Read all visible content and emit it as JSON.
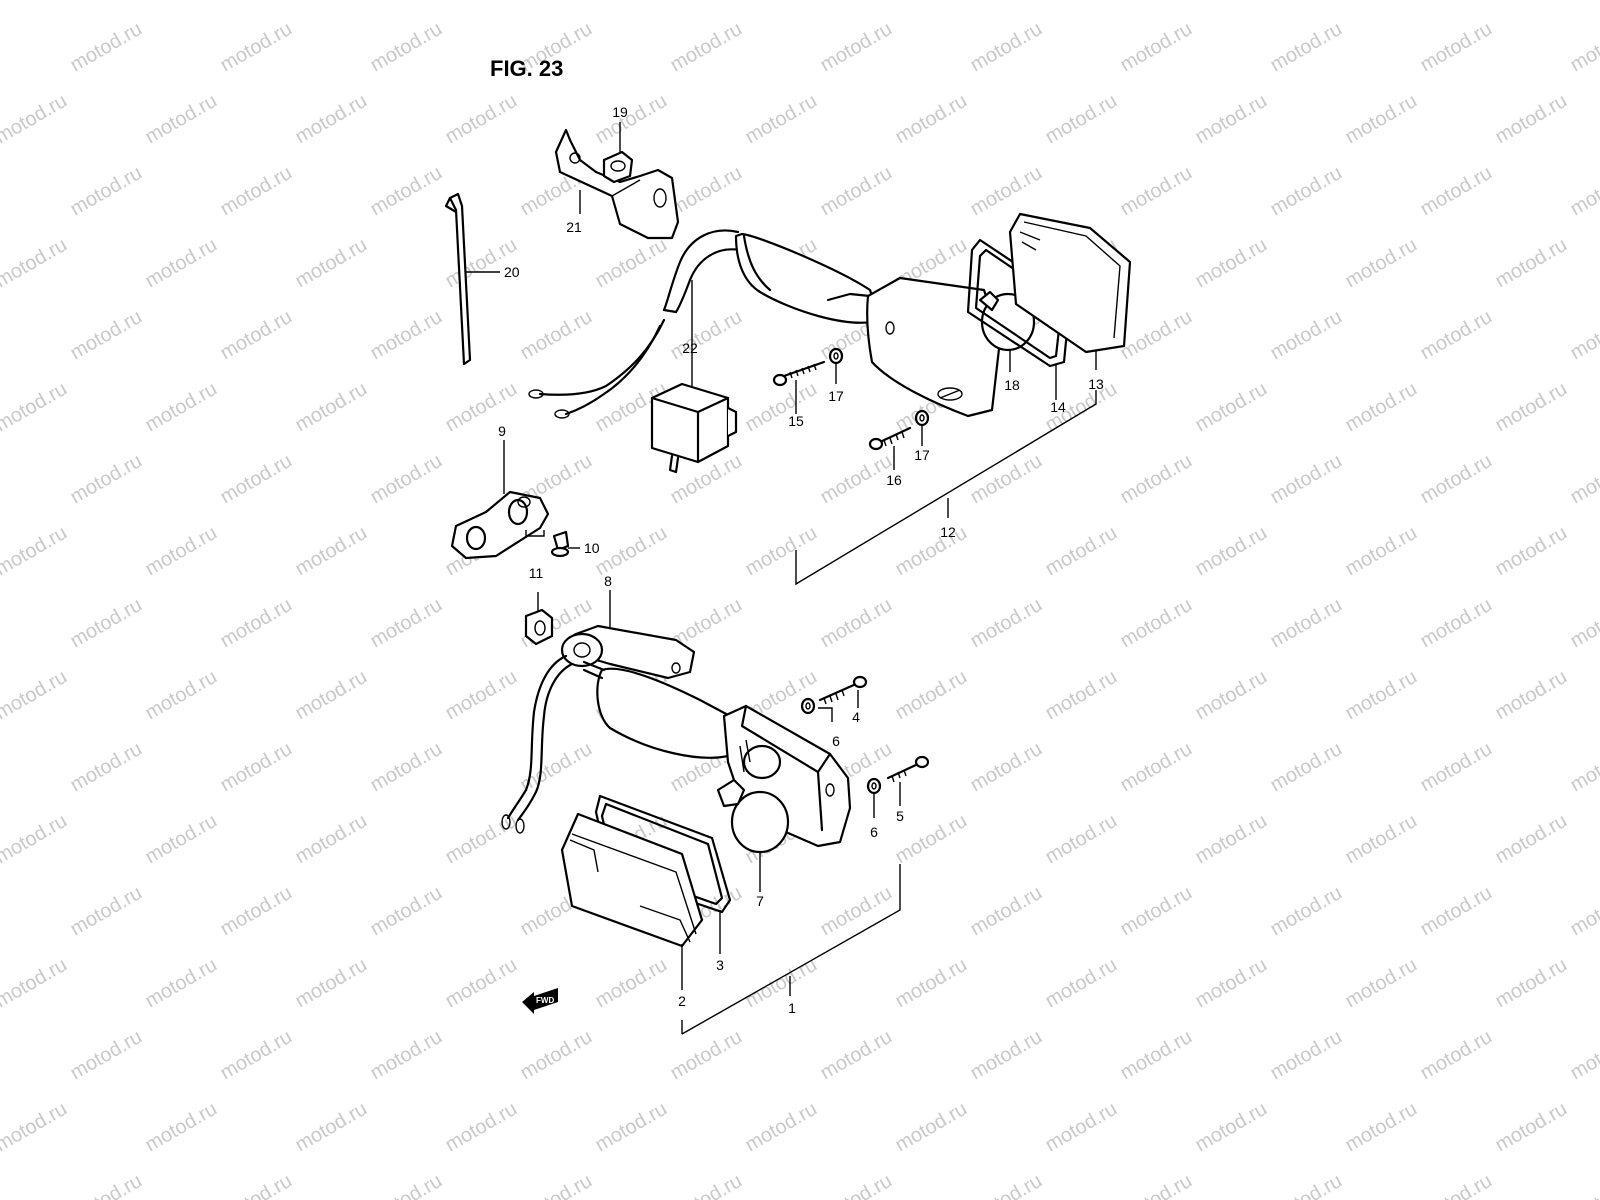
{
  "title": "FIG. 23",
  "watermark": "motod.ru",
  "fwd_label": "FWD",
  "callouts": [
    {
      "id": "c19",
      "text": "19"
    },
    {
      "id": "c21",
      "text": "21"
    },
    {
      "id": "c20",
      "text": "20"
    },
    {
      "id": "c22",
      "text": "22"
    },
    {
      "id": "c15",
      "text": "15"
    },
    {
      "id": "c17a",
      "text": "17"
    },
    {
      "id": "c16",
      "text": "16"
    },
    {
      "id": "c17b",
      "text": "17"
    },
    {
      "id": "c18",
      "text": "18"
    },
    {
      "id": "c14",
      "text": "14"
    },
    {
      "id": "c13",
      "text": "13"
    },
    {
      "id": "c12",
      "text": "12"
    },
    {
      "id": "c9",
      "text": "9"
    },
    {
      "id": "c10",
      "text": "10"
    },
    {
      "id": "c11",
      "text": "11"
    },
    {
      "id": "c8",
      "text": "8"
    },
    {
      "id": "c4",
      "text": "4"
    },
    {
      "id": "c6a",
      "text": "6"
    },
    {
      "id": "c5",
      "text": "5"
    },
    {
      "id": "c6b",
      "text": "6"
    },
    {
      "id": "c7",
      "text": "7"
    },
    {
      "id": "c3",
      "text": "3"
    },
    {
      "id": "c2",
      "text": "2"
    },
    {
      "id": "c1",
      "text": "1"
    }
  ]
}
